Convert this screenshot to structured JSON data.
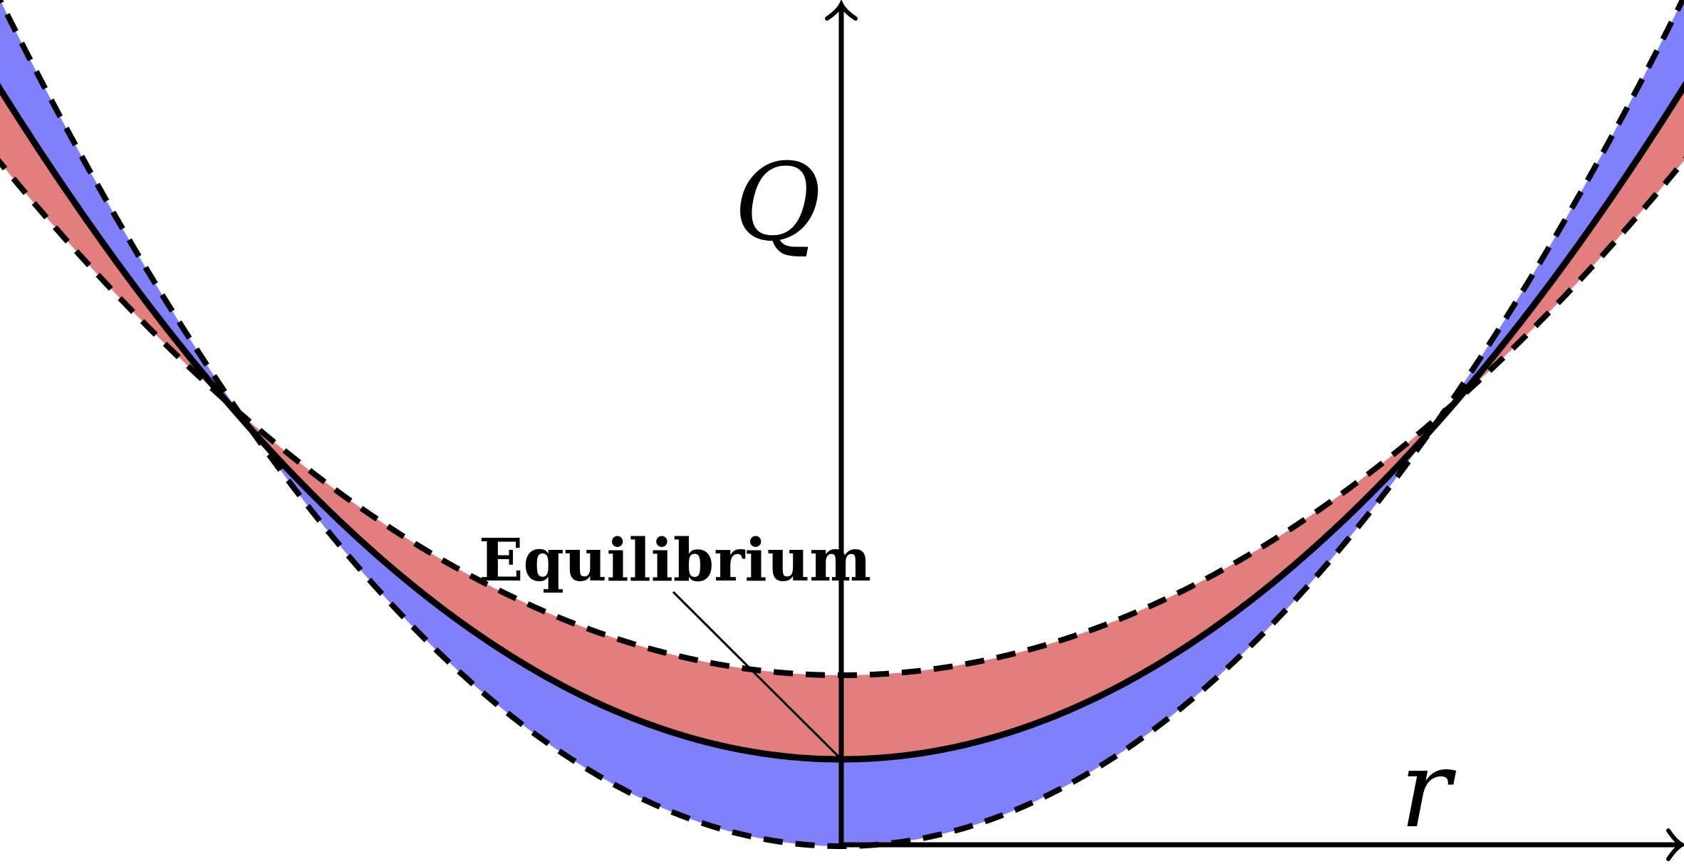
{
  "diagram": {
    "labels": {
      "y_axis": "Q",
      "x_axis": "r",
      "annotation": "Equilibrium"
    },
    "colors": {
      "blue_region": "#8080fa",
      "red_region": "#e27e7e",
      "curves": "#000000",
      "background": "#ffffff"
    },
    "curves": [
      {
        "id": "equilibrium-curve",
        "style": "solid"
      },
      {
        "id": "wide-bound-curve",
        "style": "dashed"
      },
      {
        "id": "narrow-bound-curve",
        "style": "dashed"
      }
    ],
    "regions": [
      {
        "id": "blue-region",
        "color_key": "blue_region"
      },
      {
        "id": "red-region",
        "color_key": "red_region"
      }
    ]
  }
}
